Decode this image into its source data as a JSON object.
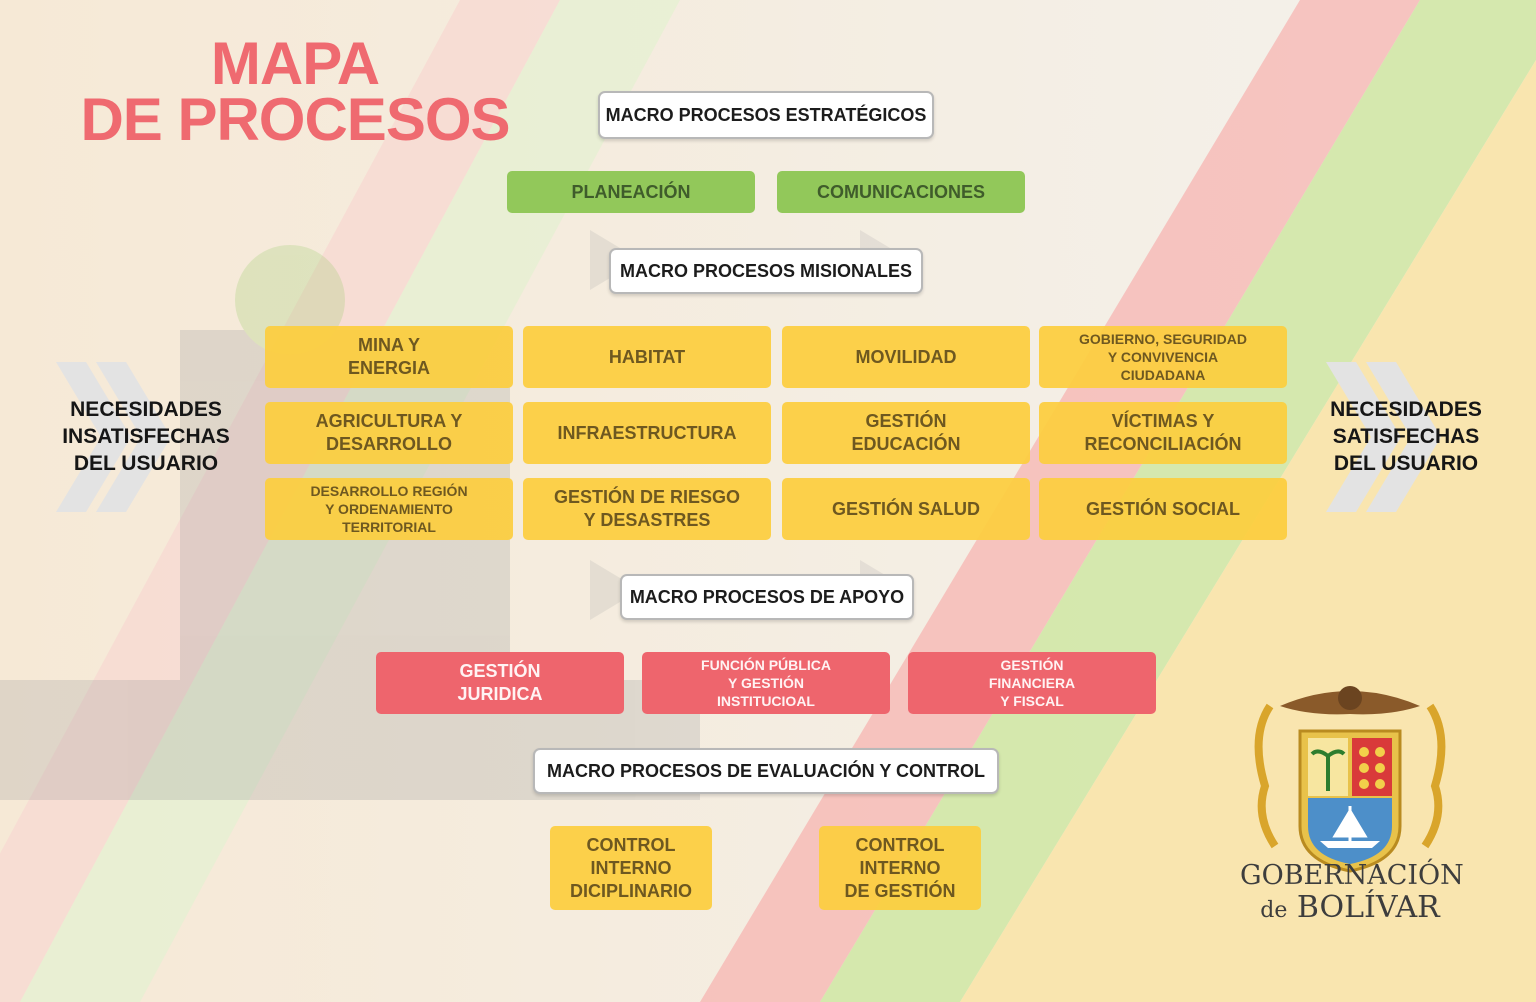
{
  "title": {
    "line1": "MAPA",
    "line2": "DE PROCESOS"
  },
  "left_label": "NECESIDADES\nINSATISFECHAS\nDEL USUARIO",
  "right_label": "NECESIDADES\nSATISFECHAS\nDEL USUARIO",
  "strategic": {
    "header": "MACRO PROCESOS ESTRATÉGICOS",
    "items": [
      "PLANEACIÓN",
      "COMUNICACIONES"
    ]
  },
  "missional": {
    "header": "MACRO PROCESOS MISIONALES",
    "items": [
      "MINA Y\nENERGIA",
      "HABITAT",
      "MOVILIDAD",
      "GOBIERNO, SEGURIDAD\nY CONVIVENCIA\nCIUDADANA",
      "AGRICULTURA Y\nDESARROLLO",
      "INFRAESTRUCTURA",
      "GESTIÓN\nEDUCACIÓN",
      "VÍCTIMAS Y\nRECONCILIACIÓN",
      "DESARROLLO REGIÓN\nY ORDENAMIENTO\nTERRITORIAL",
      "GESTIÓN DE RIESGO\nY DESASTRES",
      "GESTIÓN SALUD",
      "GESTIÓN SOCIAL"
    ]
  },
  "support": {
    "header": "MACRO PROCESOS DE APOYO",
    "items": [
      "GESTIÓN\nJURIDICA",
      "FUNCIÓN PÚBLICA\nY GESTIÓN\nINSTITUCIOAL",
      "GESTIÓN\nFINANCIERA\nY FISCAL"
    ]
  },
  "control": {
    "header": "MACRO PROCESOS DE EVALUACIÓN Y CONTROL",
    "items": [
      "CONTROL\nINTERNO\nDICIPLINARIO",
      "CONTROL\nINTERNO\nDE GESTIÓN"
    ]
  },
  "logo": {
    "line1": "GOBERNACIÓN",
    "line2_prefix": "de",
    "line2": "BOLÍVAR"
  },
  "colors": {
    "title": "#ef6a70",
    "green": "#92c85a",
    "yellow": "#fcce3e",
    "red": "#ee656d"
  }
}
